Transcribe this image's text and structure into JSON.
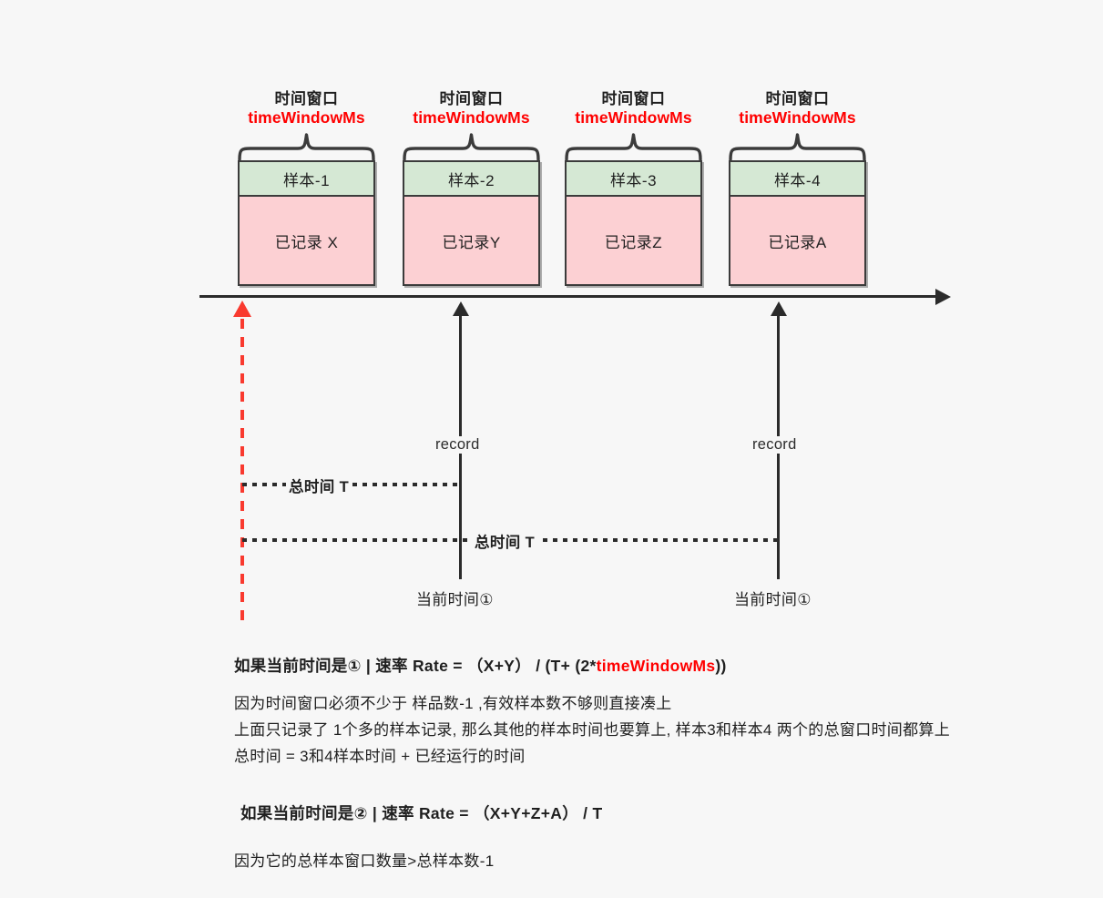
{
  "diagram": {
    "title_hidden": "",
    "background_color": "#f7f7f7",
    "accent_red": "#ff0000",
    "sample_header_color": "#d5e8d4",
    "sample_body_color": "#fcd0d3",
    "windows": [
      {
        "label_cn": "时间窗口",
        "label_en": "timeWindowMs",
        "sample_label": "样本-1",
        "record_label": "已记录 X"
      },
      {
        "label_cn": "时间窗口",
        "label_en": "timeWindowMs",
        "sample_label": "样本-2",
        "record_label": "已记录Y"
      },
      {
        "label_cn": "时间窗口",
        "label_en": "timeWindowMs",
        "sample_label": "样本-3",
        "record_label": "已记录Z"
      },
      {
        "label_cn": "时间窗口",
        "label_en": "timeWindowMs",
        "sample_label": "样本-4",
        "record_label": "已记录A"
      }
    ],
    "markers": [
      {
        "record_label": "record",
        "time_label": "当前时间①"
      },
      {
        "record_label": "record",
        "time_label": "当前时间①"
      }
    ],
    "spans": [
      {
        "label": "总时间 T"
      },
      {
        "label": "总时间 T"
      }
    ]
  },
  "notes": {
    "case1": {
      "heading_prefix": "如果当前时间是① | 速率 Rate = （X+Y） / (T+ (2*",
      "heading_red": "timeWindowMs",
      "heading_suffix": "))",
      "lines": [
        "因为时间窗口必须不少于 样品数-1 ,有效样本数不够则直接凑上",
        "上面只记录了 1个多的样本记录, 那么其他的样本时间也要算上, 样本3和样本4 两个的总窗口时间都算上",
        "总时间 = 3和4样本时间 + 已经运行的时间"
      ]
    },
    "case2": {
      "heading": "如果当前时间是② | 速率 Rate = （X+Y+Z+A） / T",
      "lines": [
        "因为它的总样本窗口数量>总样本数-1"
      ]
    }
  }
}
